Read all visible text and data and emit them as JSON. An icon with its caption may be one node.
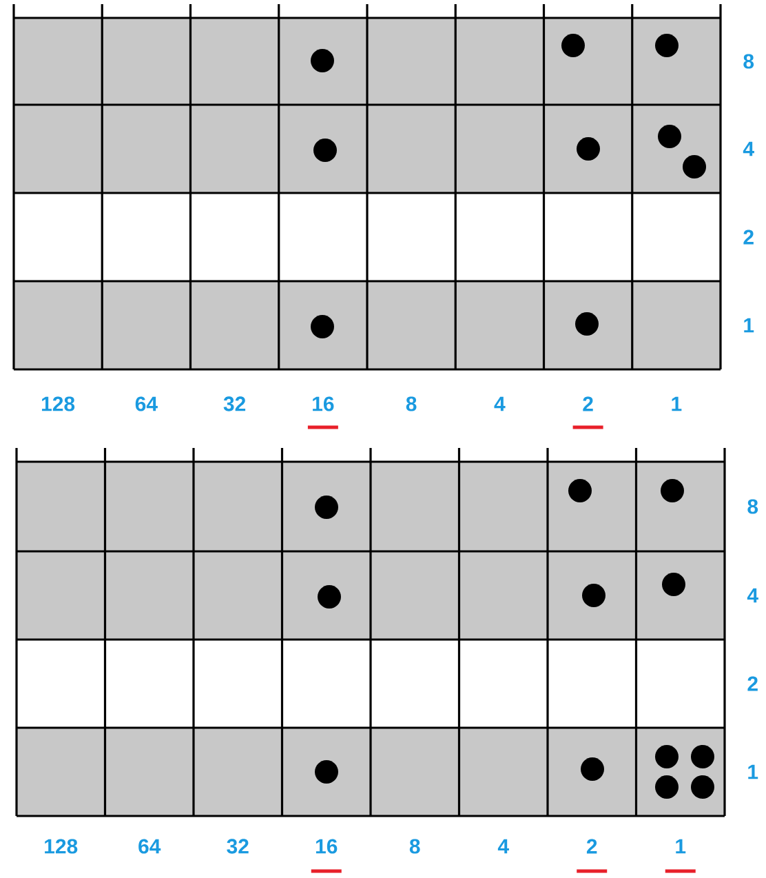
{
  "diagram": {
    "labels": [
      "8",
      "4",
      "2",
      "1",
      "128",
      "64",
      "32",
      "16",
      "8",
      "4",
      "2",
      "1",
      "8",
      "4",
      "2",
      "1",
      "128",
      "64",
      "32",
      "16",
      "8",
      "4",
      "2",
      "1"
    ]
  }
}
